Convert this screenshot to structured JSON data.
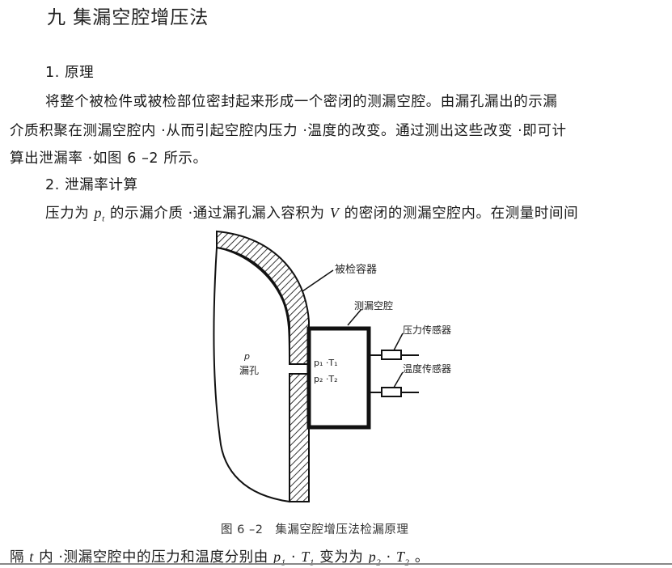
{
  "title": "九 集漏空腔增压法",
  "section1_heading": "1. 原理",
  "para1_line1": "将整个被检件或被检部位密封起来形成一个密闭的测漏空腔。由漏孔漏出的示漏",
  "para1_line2": "介质积聚在测漏空腔内 ·从而引起空腔内压力 ·温度的改变。通过测出这些改变 ·即可计",
  "para1_line3": "算出泄漏率 ·如图 6 –2 所示。",
  "section2_heading": "2. 泄漏率计算",
  "para2_line1_a": "压力为",
  "para2_line1_var1": "p",
  "para2_line1_sub1": "t",
  "para2_line1_b": " 的示漏介质 ·通过漏孔漏入容积为",
  "para2_line1_var2": "V",
  "para2_line1_c": " 的密闭的测漏空腔内。在测量时间间",
  "para3_a": "隔",
  "para3_var_t": "t",
  "para3_b": " 内 ·测漏空腔中的压力和温度分别由",
  "para3_p": "p",
  "para3_p_sub": "1",
  "para3_dot1": " ·",
  "para3_T": "T",
  "para3_T_sub": "1",
  "para3_c": " 变为为",
  "para3_p2": "p",
  "para3_p2_sub": "2",
  "para3_dot2": " ·",
  "para3_T2": "T",
  "para3_T2_sub": "2",
  "para3_end": "。",
  "figure": {
    "label_vessel": "被检容器",
    "label_cavity": "测漏空腔",
    "label_pressure": "压力传感器",
    "label_temp": "温度传感器",
    "label_pt_top": "p",
    "label_leak": "漏孔",
    "label_p1": "p₁ ·T₁",
    "label_p2": "p₂ ·T₂"
  },
  "caption": "图 6 –2　集漏空腔增压法检漏原理",
  "colors": {
    "text": "#1a1a1a",
    "hatch": "#333333"
  }
}
